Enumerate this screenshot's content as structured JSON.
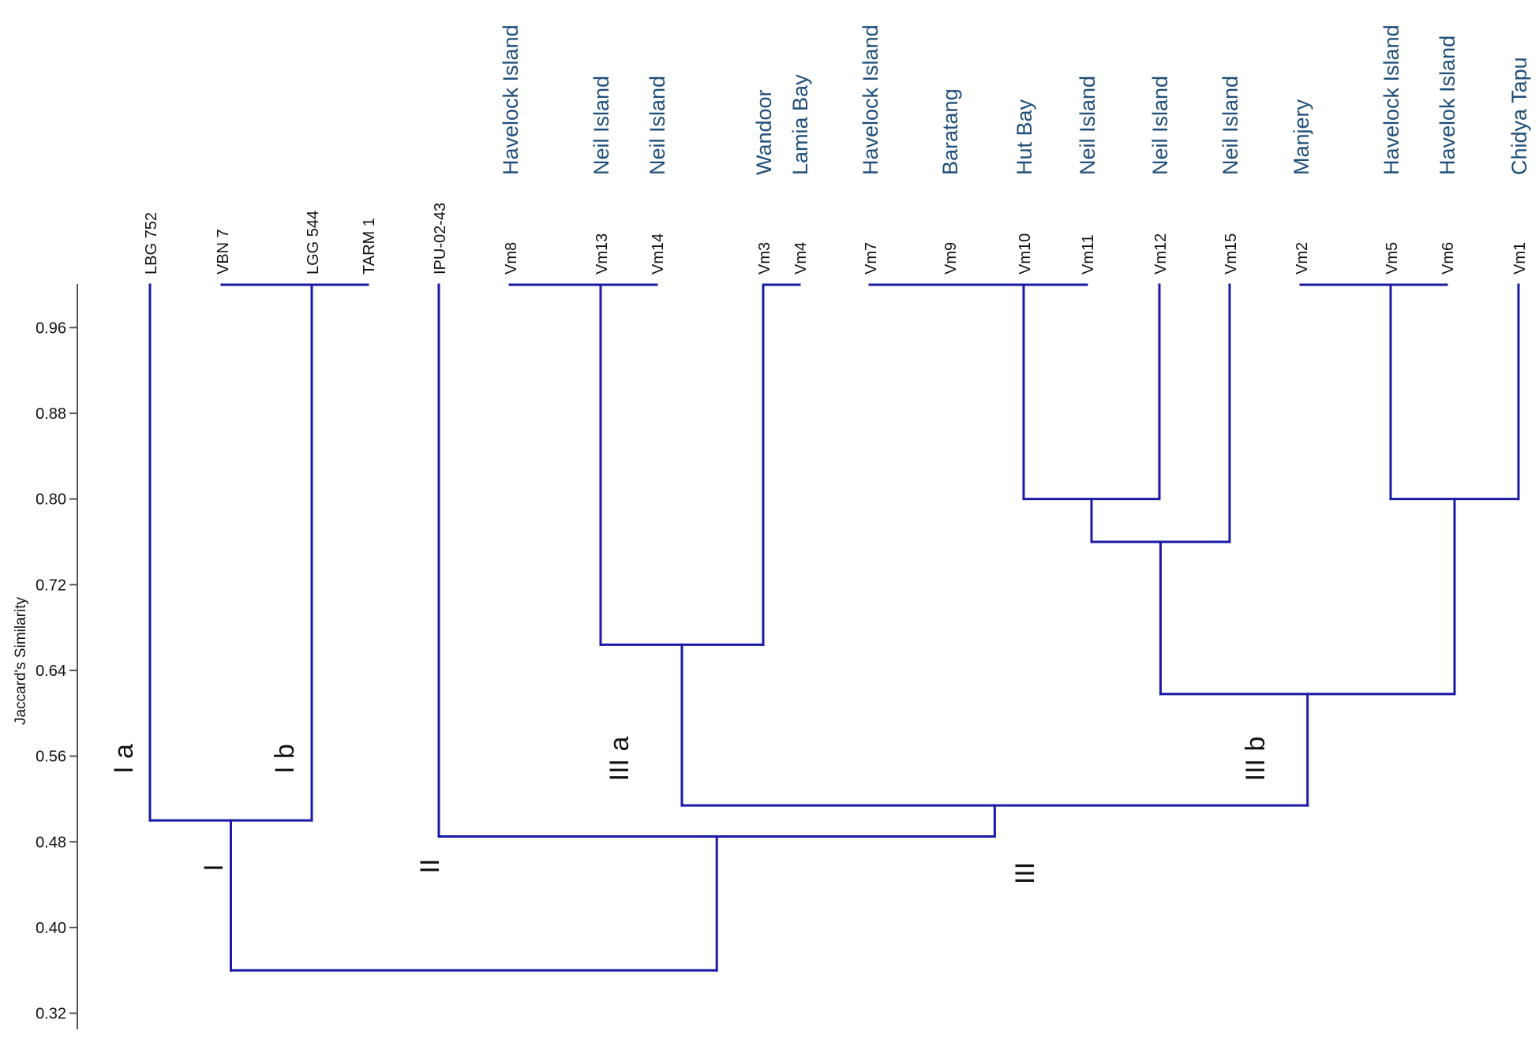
{
  "axis": {
    "title": "Jaccard's Similarity",
    "ticks": [
      "0.96",
      "0.88",
      "0.80",
      "0.72",
      "0.64",
      "0.56",
      "0.48",
      "0.40",
      "0.32"
    ],
    "range": [
      0.316,
      1.0
    ]
  },
  "leaves": [
    {
      "code": "LBG 752",
      "location": ""
    },
    {
      "code": "VBN 7",
      "location": ""
    },
    {
      "code": "LGG 544",
      "location": ""
    },
    {
      "code": "TARM 1",
      "location": ""
    },
    {
      "code": "IPU-02-43",
      "location": ""
    },
    {
      "code": "Vm8",
      "location": "Havelock Island"
    },
    {
      "code": "Vm13",
      "location": "Neil Island"
    },
    {
      "code": "Vm14",
      "location": "Neil Island"
    },
    {
      "code": "Vm3",
      "location": "Wandoor"
    },
    {
      "code": "Vm4",
      "location": "Lamia Bay"
    },
    {
      "code": "Vm7",
      "location": "Havelock Island"
    },
    {
      "code": "Vm9",
      "location": "Baratang"
    },
    {
      "code": "Vm10",
      "location": "Hut Bay"
    },
    {
      "code": "Vm11",
      "location": "Neil Island"
    },
    {
      "code": "Vm12",
      "location": "Neil Island"
    },
    {
      "code": "Vm15",
      "location": "Neil Island"
    },
    {
      "code": "Vm2",
      "location": "Manjery"
    },
    {
      "code": "Vm5",
      "location": "Havelock Island"
    },
    {
      "code": "Vm6",
      "location": "Havelok Island"
    },
    {
      "code": "Vm1",
      "location": "Chidya Tapu"
    }
  ],
  "merges": [
    {
      "join": [
        1,
        2,
        3
      ],
      "similarity": 1.0
    },
    {
      "join": [
        5,
        6,
        7
      ],
      "similarity": 1.0
    },
    {
      "join": [
        8,
        9
      ],
      "similarity": 1.0
    },
    {
      "join": [
        10,
        11,
        12,
        13
      ],
      "similarity": 1.0
    },
    {
      "join": [
        16,
        17,
        18
      ],
      "similarity": 1.0
    },
    {
      "join": [
        "n3",
        14
      ],
      "similarity": 0.8
    },
    {
      "join": [
        "n4",
        19
      ],
      "similarity": 0.8
    },
    {
      "join": [
        "n5",
        15
      ],
      "similarity": 0.76
    },
    {
      "join": [
        "n1",
        "n2"
      ],
      "similarity": 0.664
    },
    {
      "join": [
        "n7",
        "n6"
      ],
      "similarity": 0.618
    },
    {
      "join": [
        0,
        "n0"
      ],
      "similarity": 0.5
    },
    {
      "join": [
        "n8",
        "n9"
      ],
      "similarity": 0.514
    },
    {
      "join": [
        4,
        "n11"
      ],
      "similarity": 0.485
    },
    {
      "join": [
        "n10",
        "n12"
      ],
      "similarity": 0.36
    }
  ],
  "cluster_labels": [
    "I a",
    "I b",
    "III a",
    "III b",
    "I",
    "II",
    "III"
  ]
}
